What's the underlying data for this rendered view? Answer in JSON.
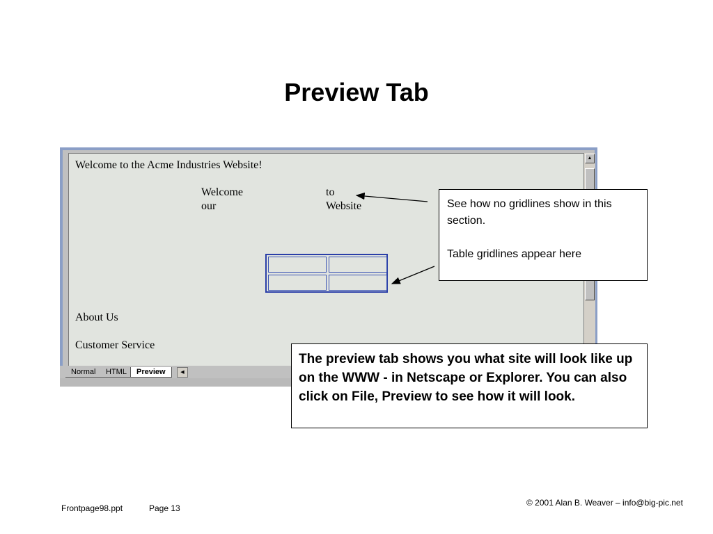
{
  "slide": {
    "title": "Preview Tab",
    "footer_left": "Frontpage98.ppt",
    "footer_page": "Page 13",
    "footer_right": "© 2001 Alan B. Weaver – info@big-pic.net"
  },
  "preview_page": {
    "heading": "Welcome to the Acme Industries Website!",
    "split_words": [
      [
        "Welcome",
        "to"
      ],
      [
        "our",
        "Website"
      ]
    ],
    "links": [
      "About Us",
      "Customer Service"
    ]
  },
  "editor_tabs": [
    {
      "label": "Normal",
      "active": false
    },
    {
      "label": "HTML",
      "active": false
    },
    {
      "label": "Preview",
      "active": true
    }
  ],
  "icons": {
    "scroll_up": "scroll-up-arrow-icon",
    "tab_scroll": "tab-scroll-icon"
  },
  "callouts": {
    "gridlines_line1": "See how no gridlines show in this section.",
    "gridlines_line2": "Table gridlines appear here",
    "preview_note": "The preview tab shows you what site will look like up on the WWW - in Netscape or Explorer.  You can also click on File, Preview to see how it will look."
  },
  "colors": {
    "window_frame": "#8a9ec6",
    "page_background": "#e1e4df",
    "table_border": "#2b3fa8"
  }
}
